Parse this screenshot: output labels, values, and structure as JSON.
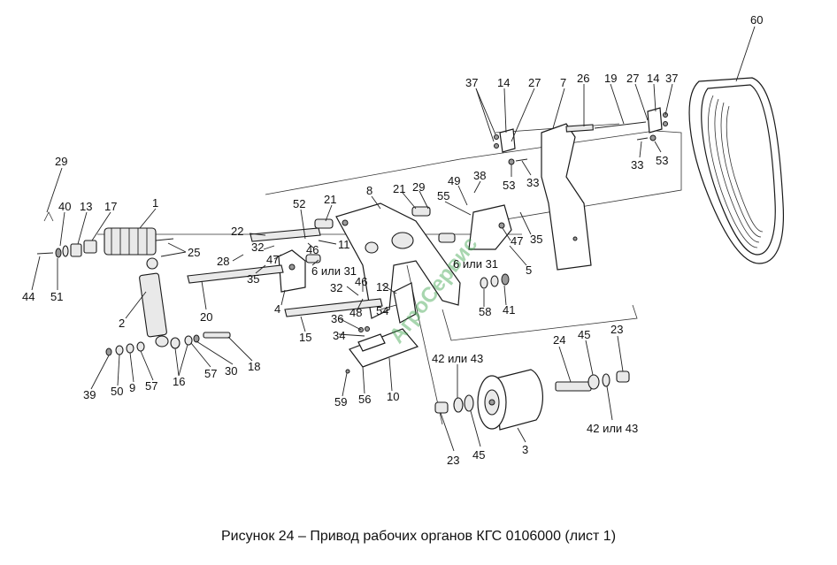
{
  "caption": "Рисунок 24 – Привод рабочих органов КГС 0106000 (лист 1)",
  "watermark": "АгроСервис",
  "callouts": [
    {
      "id": "c60",
      "text": "60"
    },
    {
      "id": "c37a",
      "text": "37"
    },
    {
      "id": "c14a",
      "text": "14"
    },
    {
      "id": "c27a",
      "text": "27"
    },
    {
      "id": "c7",
      "text": "7"
    },
    {
      "id": "c26",
      "text": "26"
    },
    {
      "id": "c19",
      "text": "19"
    },
    {
      "id": "c27b",
      "text": "27"
    },
    {
      "id": "c14b",
      "text": "14"
    },
    {
      "id": "c37b",
      "text": "37"
    },
    {
      "id": "c33a",
      "text": "33"
    },
    {
      "id": "c53a",
      "text": "53"
    },
    {
      "id": "c53b",
      "text": "53"
    },
    {
      "id": "c33b",
      "text": "33"
    },
    {
      "id": "c38",
      "text": "38"
    },
    {
      "id": "c49",
      "text": "49"
    },
    {
      "id": "c29a",
      "text": "29"
    },
    {
      "id": "c40",
      "text": "40"
    },
    {
      "id": "c13",
      "text": "13"
    },
    {
      "id": "c17",
      "text": "17"
    },
    {
      "id": "c1",
      "text": "1"
    },
    {
      "id": "c25",
      "text": "25"
    },
    {
      "id": "c8",
      "text": "8"
    },
    {
      "id": "c21a",
      "text": "21"
    },
    {
      "id": "c29b",
      "text": "29"
    },
    {
      "id": "c21b",
      "text": "21"
    },
    {
      "id": "c52",
      "text": "52"
    },
    {
      "id": "c55",
      "text": "55"
    },
    {
      "id": "c22",
      "text": "22"
    },
    {
      "id": "c32a",
      "text": "32"
    },
    {
      "id": "c11",
      "text": "11"
    },
    {
      "id": "c46a",
      "text": "46"
    },
    {
      "id": "c28",
      "text": "28"
    },
    {
      "id": "c47a",
      "text": "47"
    },
    {
      "id": "c35a",
      "text": "35"
    },
    {
      "id": "c6or31a",
      "text": "6 или 31"
    },
    {
      "id": "c47b",
      "text": "47"
    },
    {
      "id": "c35b",
      "text": "35"
    },
    {
      "id": "c6or31b",
      "text": "6 или 31"
    },
    {
      "id": "c5",
      "text": "5"
    },
    {
      "id": "c44",
      "text": "44"
    },
    {
      "id": "c51",
      "text": "51"
    },
    {
      "id": "c20",
      "text": "20"
    },
    {
      "id": "c2",
      "text": "2"
    },
    {
      "id": "c4",
      "text": "4"
    },
    {
      "id": "c32b",
      "text": "32"
    },
    {
      "id": "c46b",
      "text": "46"
    },
    {
      "id": "c12",
      "text": "12"
    },
    {
      "id": "c58",
      "text": "58"
    },
    {
      "id": "c41",
      "text": "41"
    },
    {
      "id": "c48",
      "text": "48"
    },
    {
      "id": "c54",
      "text": "54"
    },
    {
      "id": "c15",
      "text": "15"
    },
    {
      "id": "c36",
      "text": "36"
    },
    {
      "id": "c34",
      "text": "34"
    },
    {
      "id": "c24",
      "text": "24"
    },
    {
      "id": "c45a",
      "text": "45"
    },
    {
      "id": "c23a",
      "text": "23"
    },
    {
      "id": "c18",
      "text": "18"
    },
    {
      "id": "c57a",
      "text": "57"
    },
    {
      "id": "c30",
      "text": "30"
    },
    {
      "id": "c42or43a",
      "text": "42 или 43"
    },
    {
      "id": "c39",
      "text": "39"
    },
    {
      "id": "c50",
      "text": "50"
    },
    {
      "id": "c9",
      "text": "9"
    },
    {
      "id": "c57b",
      "text": "57"
    },
    {
      "id": "c16",
      "text": "16"
    },
    {
      "id": "c59",
      "text": "59"
    },
    {
      "id": "c56",
      "text": "56"
    },
    {
      "id": "c10",
      "text": "10"
    },
    {
      "id": "c42or43b",
      "text": "42 или 43"
    },
    {
      "id": "c23b",
      "text": "23"
    },
    {
      "id": "c45b",
      "text": "45"
    },
    {
      "id": "c3",
      "text": "3"
    }
  ]
}
